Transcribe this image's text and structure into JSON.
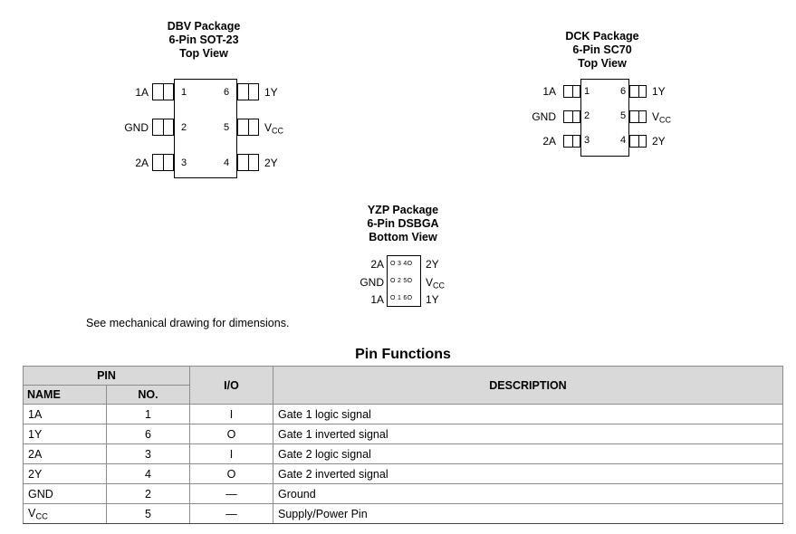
{
  "packages": {
    "dbv": {
      "title": "DBV Package",
      "subtitle": "6-Pin SOT-23",
      "view": "Top View",
      "left_pins": [
        {
          "name": "1A",
          "no": "1"
        },
        {
          "name": "GND",
          "no": "2"
        },
        {
          "name": "2A",
          "no": "3"
        }
      ],
      "right_pins": [
        {
          "name": "1Y",
          "no": "6"
        },
        {
          "name_main": "V",
          "name_sub": "CC",
          "no": "5"
        },
        {
          "name": "2Y",
          "no": "4"
        }
      ]
    },
    "dck": {
      "title": "DCK Package",
      "subtitle": "6-Pin SC70",
      "view": "Top View",
      "left_pins": [
        {
          "name": "1A",
          "no": "1"
        },
        {
          "name": "GND",
          "no": "2"
        },
        {
          "name": "2A",
          "no": "3"
        }
      ],
      "right_pins": [
        {
          "name": "1Y",
          "no": "6"
        },
        {
          "name_main": "V",
          "name_sub": "CC",
          "no": "5"
        },
        {
          "name": "2Y",
          "no": "4"
        }
      ]
    },
    "yzp": {
      "title": "YZP Package",
      "subtitle": "6-Pin DSBGA",
      "view": "Bottom View",
      "rows": [
        {
          "left": "2A",
          "balls": "O 3 4O",
          "right": "2Y"
        },
        {
          "left": "GND",
          "balls": "O 2 5O",
          "right_main": "V",
          "right_sub": "CC"
        },
        {
          "left": "1A",
          "balls": "O 1 6O",
          "right": "1Y"
        }
      ]
    }
  },
  "note": "See mechanical drawing for dimensions.",
  "pin_functions": {
    "title": "Pin Functions",
    "headers": {
      "pin": "PIN",
      "name": "NAME",
      "no": "NO.",
      "io": "I/O",
      "description": "DESCRIPTION"
    },
    "rows": [
      {
        "name": "1A",
        "no": "1",
        "io": "I",
        "description": "Gate 1 logic signal"
      },
      {
        "name": "1Y",
        "no": "6",
        "io": "O",
        "description": "Gate 1 inverted signal"
      },
      {
        "name": "2A",
        "no": "3",
        "io": "I",
        "description": "Gate 2 logic signal"
      },
      {
        "name": "2Y",
        "no": "4",
        "io": "O",
        "description": "Gate 2 inverted signal"
      },
      {
        "name": "GND",
        "no": "2",
        "io": "—",
        "description": "Ground"
      },
      {
        "name_main": "V",
        "name_sub": "CC",
        "no": "5",
        "io": "—",
        "description": "Supply/Power Pin"
      }
    ]
  }
}
